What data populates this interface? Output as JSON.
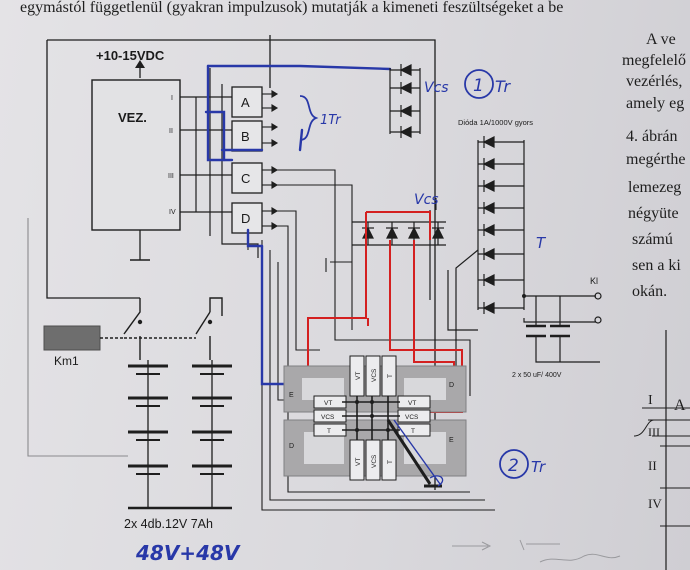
{
  "page_text": {
    "top_line": "egymástól függetlenül (gyakran impulzusok) mutatják a kimeneti feszültségeket a be",
    "right_column": [
      "A ve",
      "megfelelő",
      "vezérlés,",
      "amely eg",
      "4. ábrán",
      "megérthe",
      "lemezeg",
      "négyüte",
      "számú",
      "sen a ki",
      "okán."
    ]
  },
  "diagram": {
    "supply_label": "+10-15VDC",
    "controller_label": "VEZ.",
    "controller_ports": [
      "I",
      "II",
      "III",
      "IV"
    ],
    "gates": [
      "A",
      "B",
      "C",
      "D"
    ],
    "relay_label": "Km1",
    "battery_label": "2x 4db.12V 7Ah",
    "diode_label": "Dióda 1A/1000V gyors",
    "capacitor_label": "2 x 50 uF/ 400V",
    "output_label": "Kl",
    "transformer_labels": {
      "vt": "VT",
      "vcs": "VCS",
      "t": "T",
      "e": "E",
      "d": "D"
    }
  },
  "annotations": {
    "vcs_top": "Vcs",
    "tr1_circle": "1",
    "tr1_text": "Tr",
    "brace_text": "1Tr",
    "vcs_mid": "Vcs",
    "t_label": "T",
    "tr2_circle": "2",
    "tr2_text": "Tr",
    "battery_voltage": "48V+48V"
  },
  "figure_right": {
    "labels": [
      "I",
      "A",
      "III",
      "II",
      "IV"
    ]
  },
  "colors": {
    "ink": "#1b1b1b",
    "blue_ink": "#2838a8",
    "red_wire": "#d42020",
    "relay_block": "#6e6e6e",
    "core": "#a9a8aa"
  }
}
